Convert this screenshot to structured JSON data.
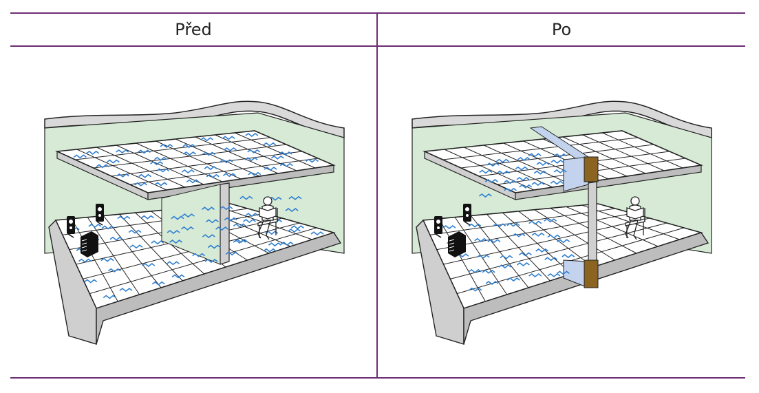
{
  "table": {
    "columns": [
      {
        "header": "Před",
        "state": "before"
      },
      {
        "header": "Po",
        "state": "after"
      }
    ]
  },
  "colors": {
    "border": "#6b2d73",
    "wall": "#d6ead6",
    "sound_wave": "#2f7fd0",
    "acoustic_barrier": "#c3d3ee",
    "barrier_frame": "#8a6420"
  },
  "icons": [
    "speaker-icon",
    "amplifier-icon",
    "person-reading-icon",
    "chair-icon"
  ]
}
